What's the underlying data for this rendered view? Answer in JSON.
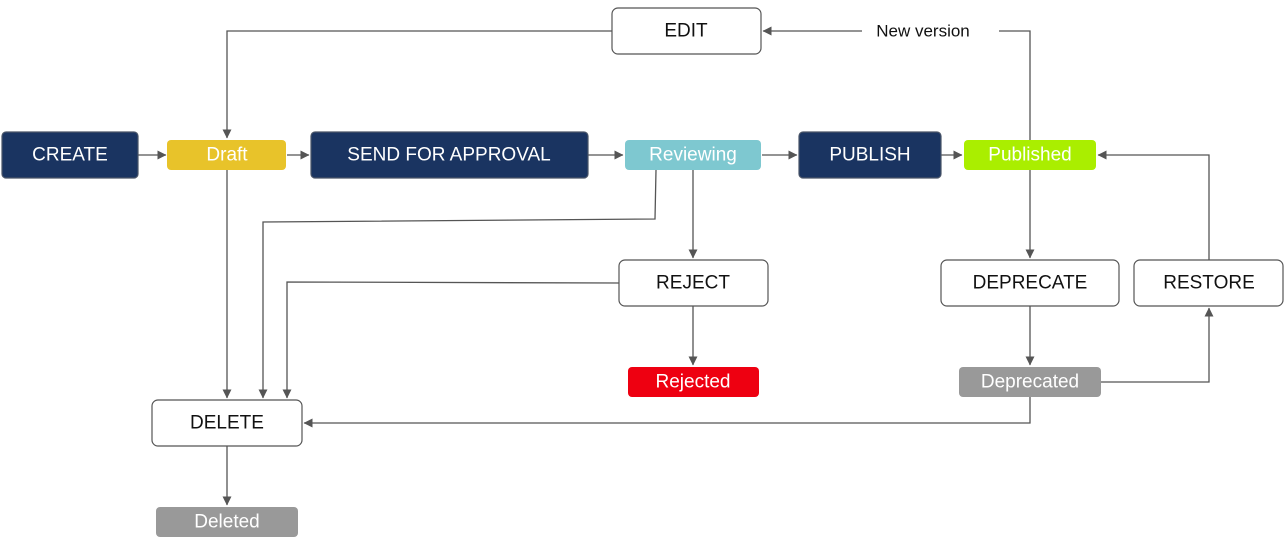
{
  "nodes": {
    "create": {
      "label": "CREATE"
    },
    "draft": {
      "label": "Draft",
      "color": "#e8c32a"
    },
    "send_for_approval": {
      "label": "SEND FOR APPROVAL"
    },
    "reviewing": {
      "label": "Reviewing",
      "color": "#7ec8d0"
    },
    "publish": {
      "label": "PUBLISH"
    },
    "published": {
      "label": "Published",
      "color": "#aaee00"
    },
    "edit": {
      "label": "EDIT"
    },
    "reject": {
      "label": "REJECT"
    },
    "rejected": {
      "label": "Rejected",
      "color": "#ee0011"
    },
    "deprecate": {
      "label": "DEPRECATE"
    },
    "restore": {
      "label": "RESTORE"
    },
    "deprecated": {
      "label": "Deprecated",
      "color": "#999999"
    },
    "delete": {
      "label": "DELETE"
    },
    "deleted": {
      "label": "Deleted",
      "color": "#999999"
    }
  },
  "edge_labels": {
    "new_version": "New version"
  },
  "colors": {
    "action_fill": "#1a3461",
    "edge": "#555555"
  }
}
